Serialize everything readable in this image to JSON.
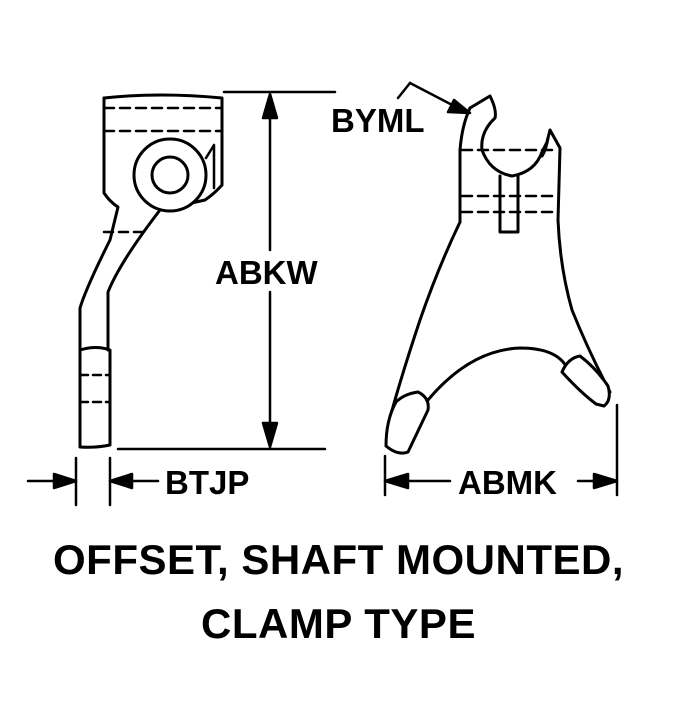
{
  "labels": {
    "byml": "BYML",
    "abkw": "ABKW",
    "btjp": "BTJP",
    "abmk": "ABMK"
  },
  "caption": {
    "line1": "OFFSET, SHAFT MOUNTED,",
    "line2": "CLAMP TYPE"
  }
}
